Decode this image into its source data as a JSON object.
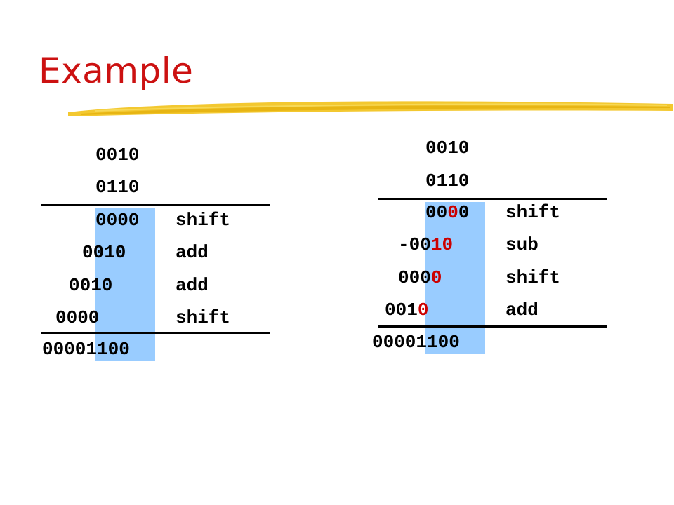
{
  "title": "Example",
  "left_example": {
    "operands": [
      "0010",
      "0110"
    ],
    "steps": [
      {
        "value": "0000",
        "op": "shift"
      },
      {
        "value": "0010",
        "op": "add"
      },
      {
        "value": "0010",
        "op": "add"
      },
      {
        "value": "0000",
        "op": "shift"
      }
    ],
    "result": "00001100"
  },
  "right_example": {
    "operands": [
      "0010",
      "0110"
    ],
    "steps": [
      {
        "value": "0000",
        "op": "shift",
        "red_chars": [
          2
        ]
      },
      {
        "value": "-0010",
        "op": "sub",
        "red_chars": [
          3,
          4
        ]
      },
      {
        "value": "0000",
        "op": "shift",
        "red_chars": [
          3
        ]
      },
      {
        "value": "0010",
        "op": "add",
        "red_chars": [
          3
        ]
      }
    ],
    "result": "00001100"
  },
  "colors": {
    "title": "#cc1111",
    "highlight": "#99ccff",
    "emphasis": "#cc0000",
    "swoosh": "#f2c21a"
  }
}
